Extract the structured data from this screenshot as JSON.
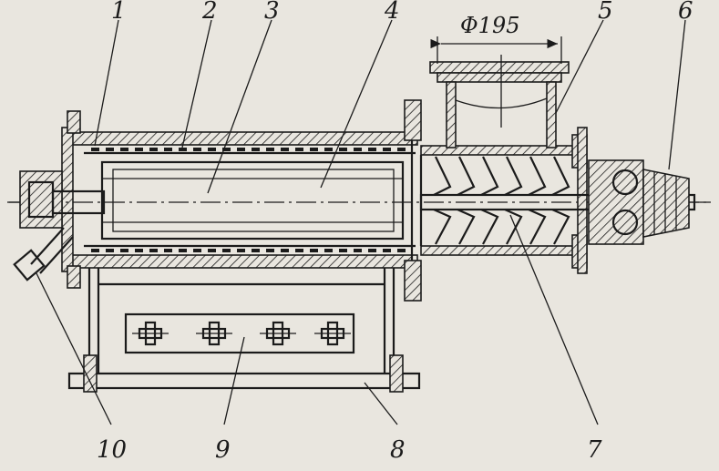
{
  "diagram": {
    "dimension_label": "Φ195",
    "part_labels": [
      "1",
      "2",
      "3",
      "4",
      "5",
      "6",
      "7",
      "8",
      "9",
      "10"
    ]
  },
  "colors": {
    "paper": "#e9e6df",
    "ink": "#1b1b1b"
  }
}
